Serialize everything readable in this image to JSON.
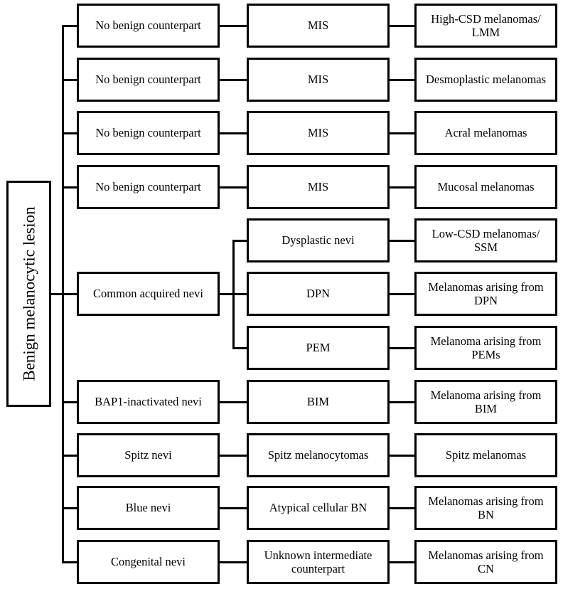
{
  "colors": {
    "line": "#000000",
    "box_border": "#000000",
    "box_fill": "#ffffff",
    "text": "#000000"
  },
  "root": {
    "label": "Benign melanocytic lesion"
  },
  "rows": [
    {
      "benign": "No benign counterpart",
      "intermediate": "MIS",
      "malignant": "High-CSD melanomas/\nLMM"
    },
    {
      "benign": "No benign counterpart",
      "intermediate": "MIS",
      "malignant": "Desmoplastic melanomas"
    },
    {
      "benign": "No benign counterpart",
      "intermediate": "MIS",
      "malignant": "Acral melanomas"
    },
    {
      "benign": "No benign counterpart",
      "intermediate": "MIS",
      "malignant": "Mucosal melanomas"
    },
    {
      "benign": null,
      "intermediate": "Dysplastic nevi",
      "malignant": "Low-CSD melanomas/\nSSM"
    },
    {
      "benign": "Common acquired nevi",
      "intermediate": "DPN",
      "malignant": "Melanomas arising from\nDPN"
    },
    {
      "benign": null,
      "intermediate": "PEM",
      "malignant": "Melanoma arising from\nPEMs"
    },
    {
      "benign": "BAP1-inactivated nevi",
      "intermediate": "BIM",
      "malignant": "Melanoma arising from\nBIM"
    },
    {
      "benign": "Spitz nevi",
      "intermediate": "Spitz melanocytomas",
      "malignant": "Spitz melanomas"
    },
    {
      "benign": "Blue nevi",
      "intermediate": "Atypical cellular BN",
      "malignant": "Melanomas arising from\nBN"
    },
    {
      "benign": "Congenital nevi",
      "intermediate": "Unknown intermediate\ncounterpart",
      "malignant": "Melanomas arising from\nCN"
    }
  ]
}
